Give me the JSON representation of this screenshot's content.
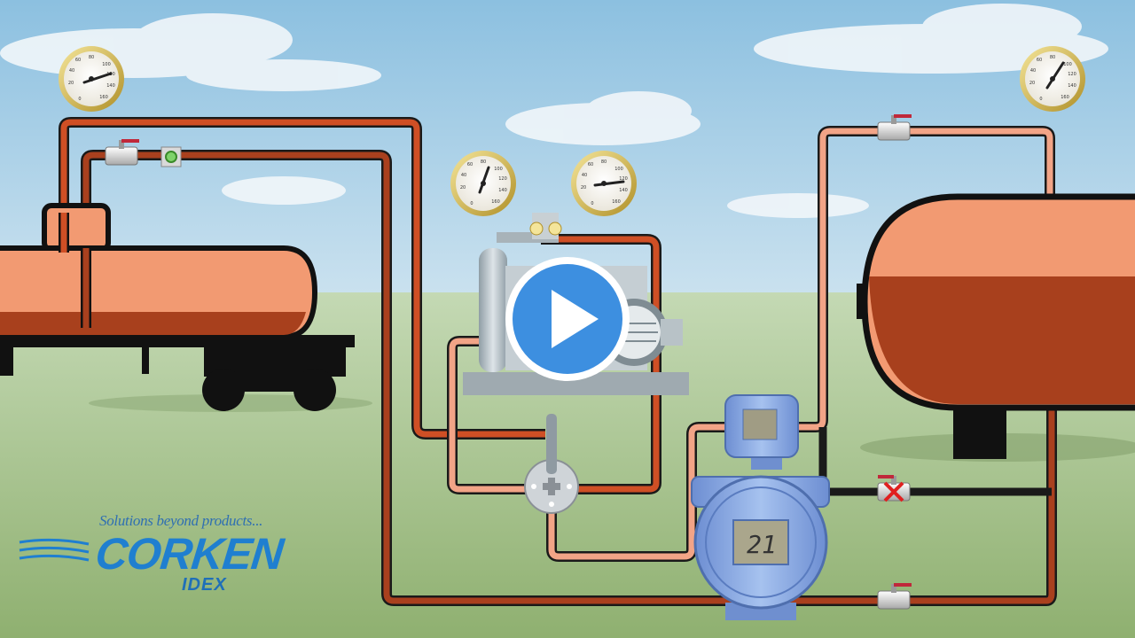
{
  "video": {
    "play_label": "play-icon"
  },
  "branding": {
    "tagline": "Solutions beyond products...",
    "company": "CORKEN",
    "parent": "IDEX"
  },
  "transmitter": {
    "display_value": "21"
  },
  "colors": {
    "sky": "#9cc9e4",
    "ground": "#b6cf9e",
    "pipe_dark": "#b8401e",
    "pipe_light": "#f0a080",
    "tank": "#f29a72",
    "tank_liquid": "#a8401d",
    "brand_blue": "#1f7fd0",
    "play_blue": "#3d8fe0"
  }
}
